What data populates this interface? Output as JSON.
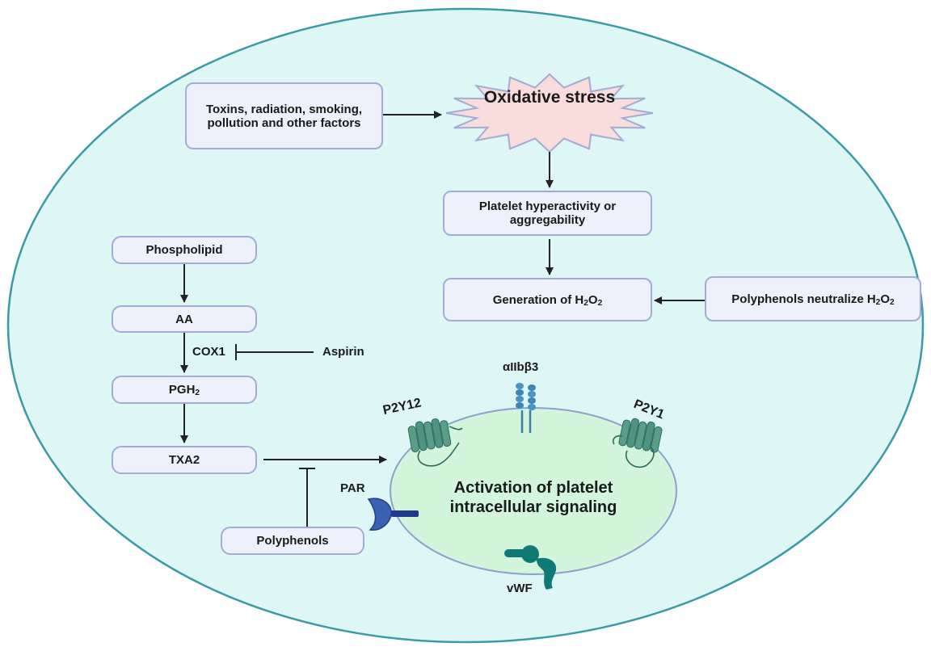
{
  "boxes": {
    "factors": "Toxins, radiation, smoking, pollution and other factors",
    "oxidative_stress": "Oxidative stress",
    "hyperactivity": "Platelet hyperactivity or aggregability",
    "generation_prefix": "Generation of H",
    "neutralize_prefix": "Polyphenols neutralize H",
    "phospholipid": "Phospholipid",
    "aa": "AA",
    "pgh2_prefix": "PGH",
    "txa2": "TXA2",
    "polyphenols": "Polyphenols"
  },
  "formula": {
    "h": "H",
    "o": "O",
    "two": "2"
  },
  "labels": {
    "cox1": "COX1",
    "aspirin": "Aspirin",
    "integrin": "αIIbβ3",
    "p2y12": "P2Y12",
    "p2y1": "P2Y1",
    "par": "PAR",
    "vwf": "vWF",
    "activation": "Activation of platelet intracellular signaling"
  },
  "colors": {
    "cell_fill": "#dff6f7",
    "cell_stroke": "#3a9ba6",
    "platelet_fill": "#d2f5dc",
    "platelet_stroke": "#8fa0d0",
    "box_fill": "#eef1fb",
    "box_stroke": "#a3acd6",
    "burst_fill": "#f9dcdc",
    "burst_stroke": "#a3acd6",
    "receptor_green": "#4f9482",
    "integrin_blue": "#3d86b4",
    "par_blue": "#3a62b4",
    "vwf_teal": "#0f7a73"
  },
  "icons": [
    "p2y12-receptor-icon",
    "p2y1-receptor-icon",
    "integrin-icon",
    "par-receptor-icon",
    "vwf-icon"
  ]
}
